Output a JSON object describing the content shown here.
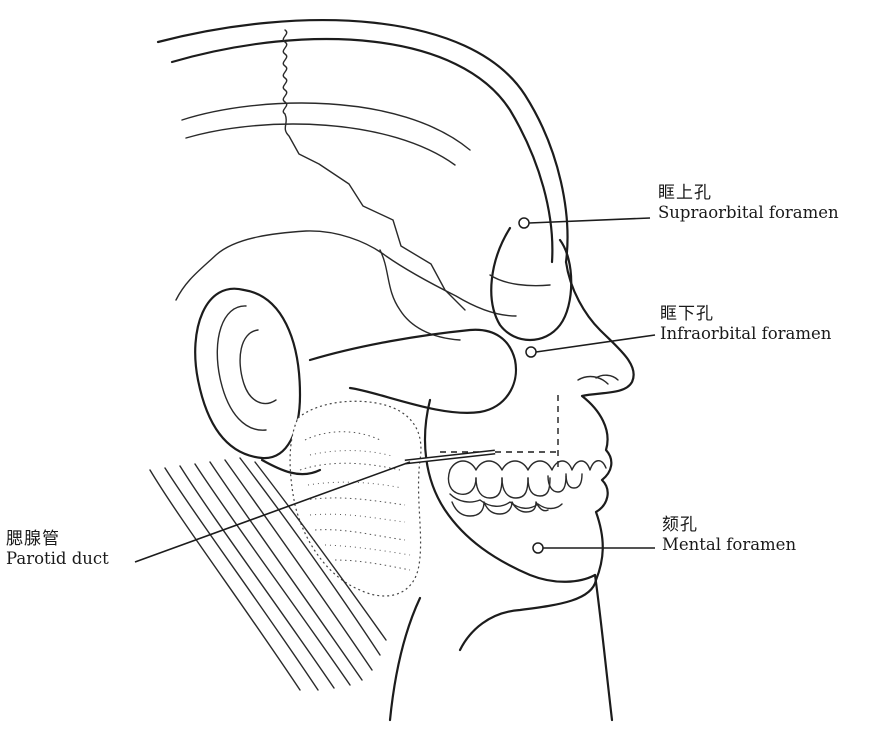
{
  "labels": {
    "supraorbital": {
      "cn": "眶上孔",
      "en": "Supraorbital foramen"
    },
    "infraorbital": {
      "cn": "眶下孔",
      "en": "Infraorbital foramen"
    },
    "mental": {
      "cn": "颏孔",
      "en": "Mental foramen"
    },
    "parotid": {
      "cn": "腮腺管",
      "en": "Parotid duct"
    }
  }
}
